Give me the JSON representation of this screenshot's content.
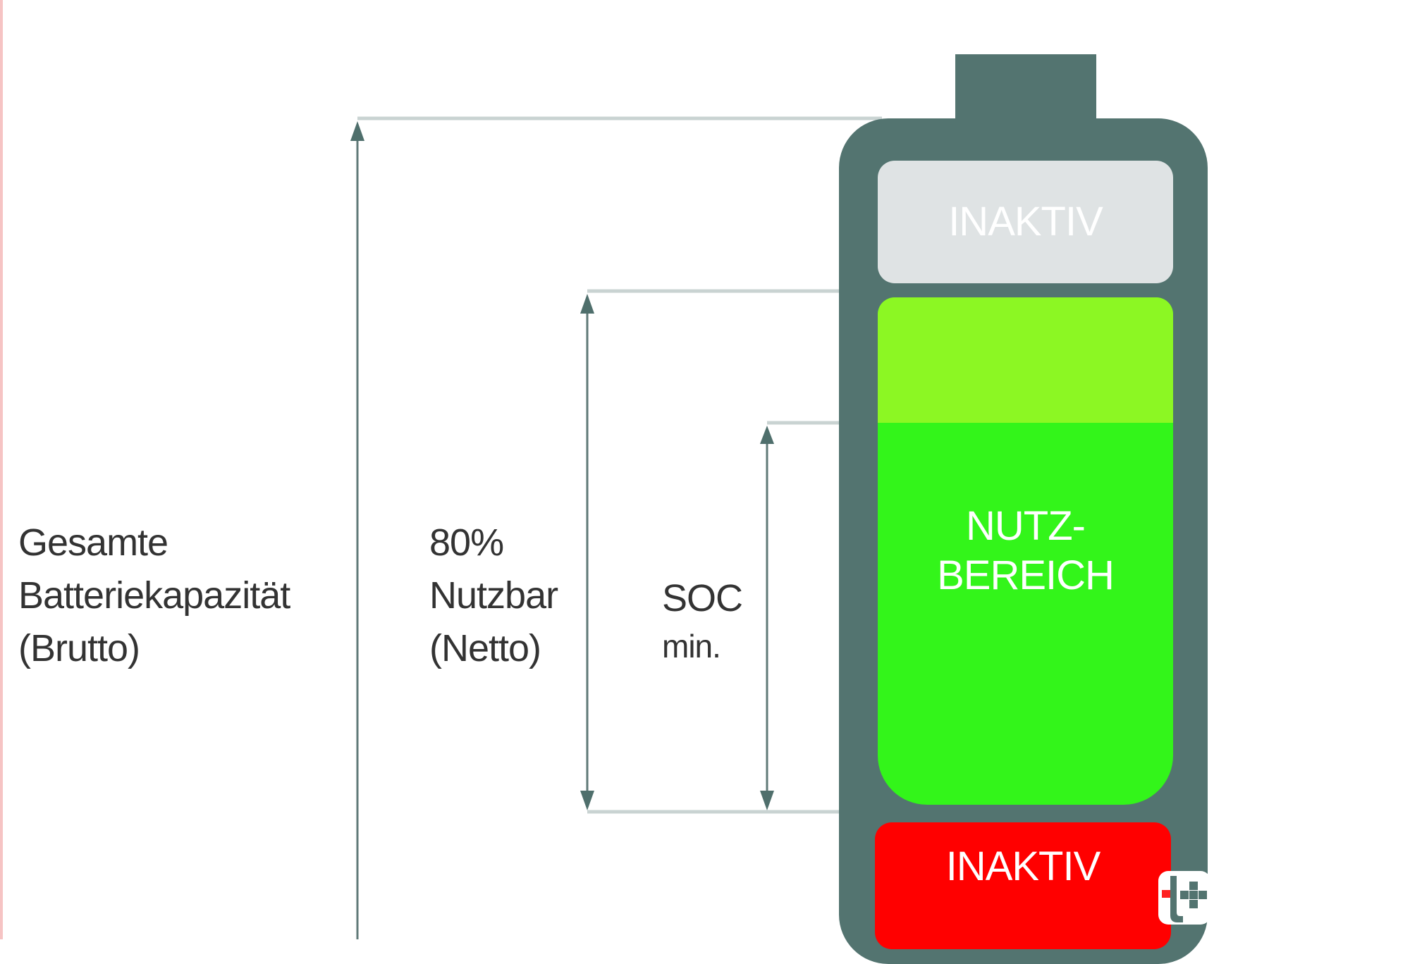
{
  "labels": {
    "gross": [
      "Gesamte",
      "Batteriekapazität",
      "(Brutto)"
    ],
    "net": [
      "80%",
      "Nutzbar",
      "(Netto)"
    ],
    "soc": [
      "SOC",
      "min."
    ]
  },
  "battery": {
    "top_zone": "INAKTIV",
    "middle_zone": [
      "NUTZ-",
      "BEREICH"
    ],
    "bottom_zone": "INAKTIV"
  },
  "colors": {
    "battery_body": "#537470",
    "inactive_top": "#dfe3e4",
    "usable_light": "#8cf723",
    "usable": "#33f51a",
    "inactive_bottom": "#ff0000",
    "dimension_line": "#c9d3d2"
  }
}
